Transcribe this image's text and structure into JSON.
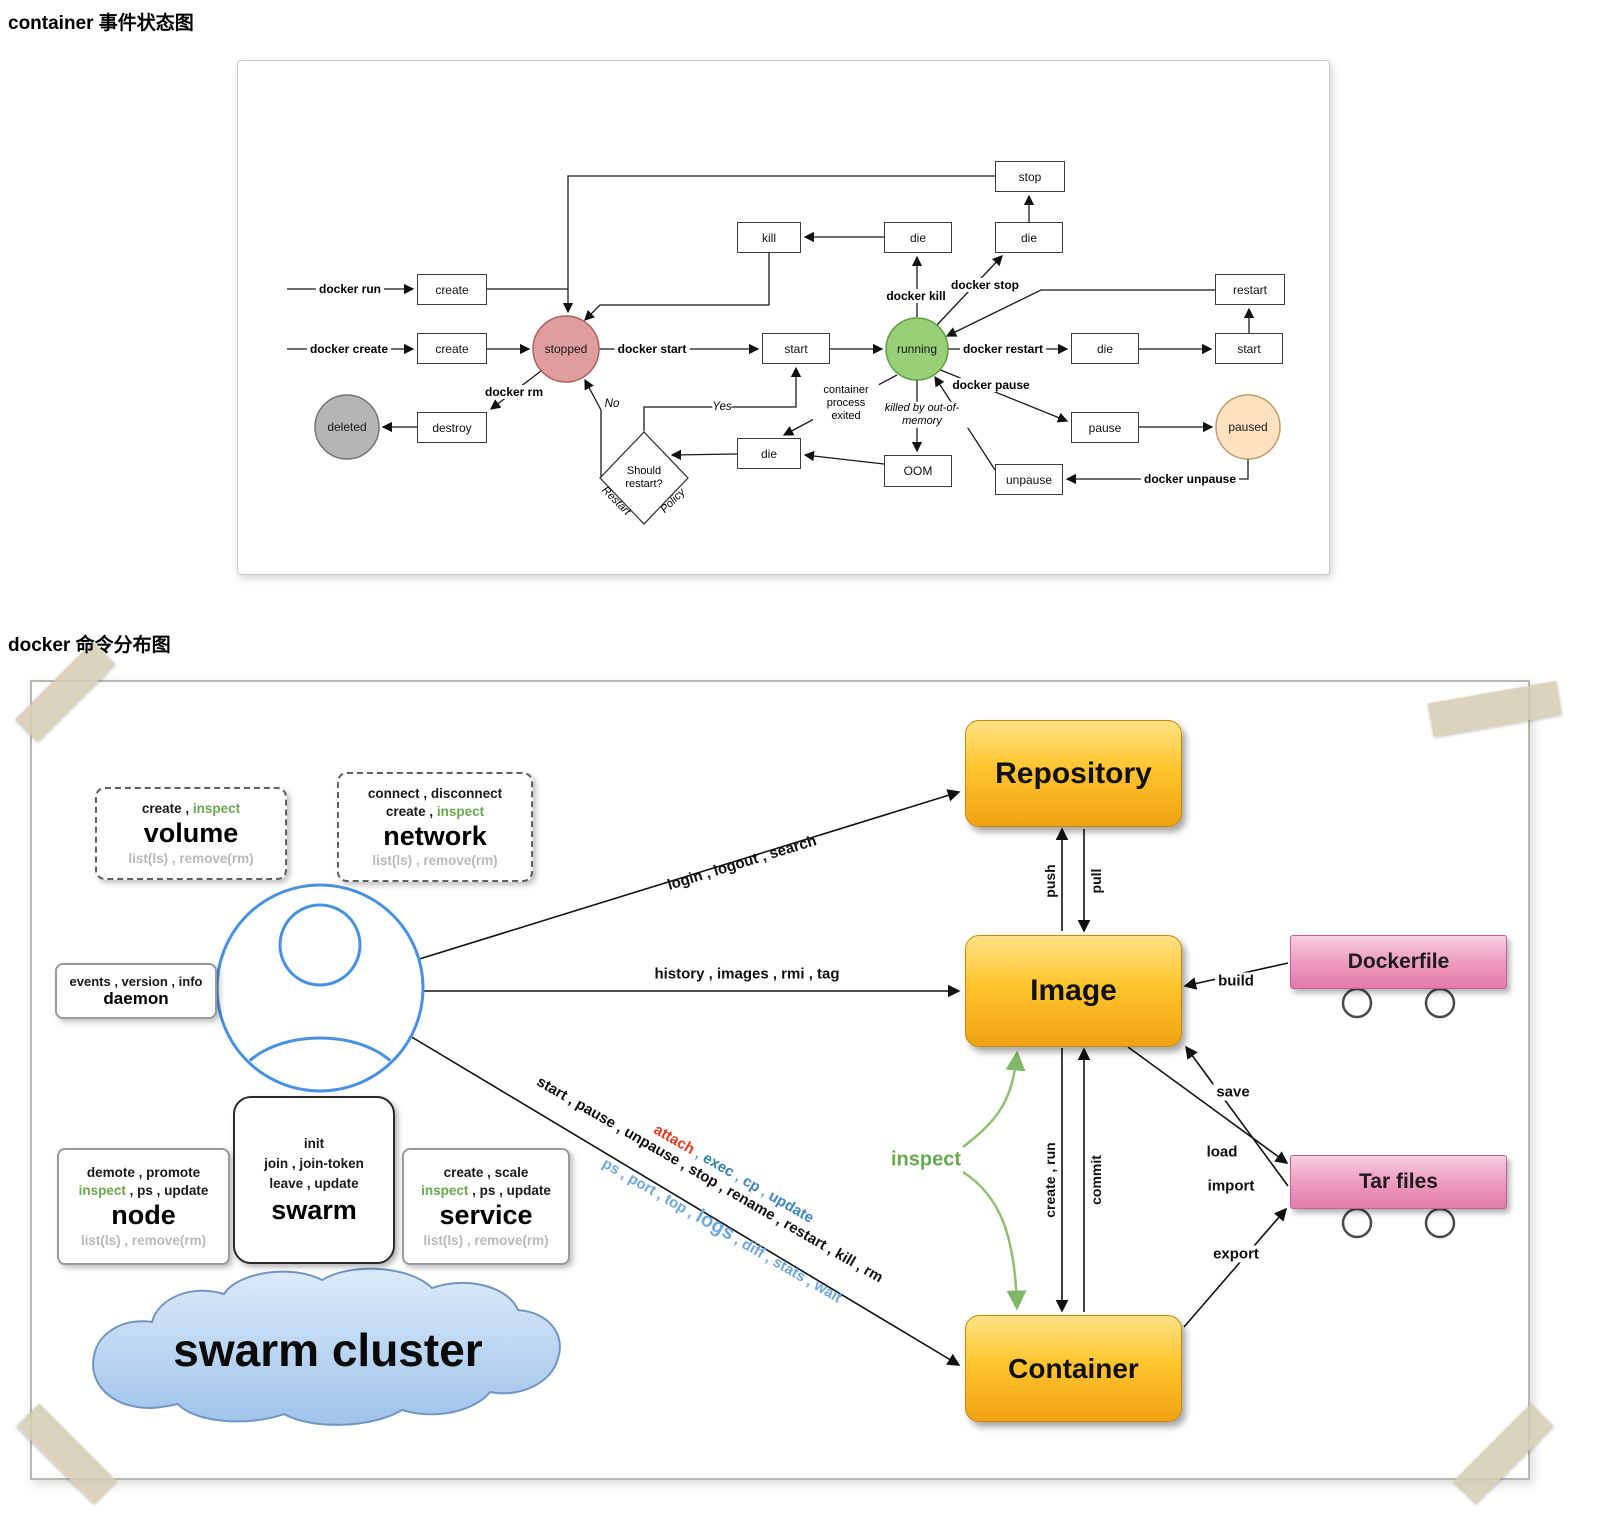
{
  "titles": {
    "state_diagram": "container 事件状态图",
    "cmd_diagram": "docker 命令分布图"
  },
  "colors": {
    "stopped": "#df9e9e",
    "running": "#97d077",
    "paused": "#ffe3c0",
    "deleted": "#b5b5b5",
    "inspect_green": "#6aa84f",
    "muted_gray": "#b9b9b9",
    "cmd_blue": "#6fa8dc",
    "cmd_red": "#e8391d",
    "cmd_teal": "#31859c",
    "cmd_blue_dark": "#3d85c6",
    "user_outline": "#4a90e2",
    "node_orange": "#f9b418",
    "node_pink": "#e87fb0"
  },
  "state_diagram": {
    "events": [
      "stop",
      "kill",
      "die",
      "die",
      "create",
      "restart",
      "create",
      "start",
      "die",
      "start",
      "destroy",
      "pause",
      "die",
      "OOM",
      "unpause"
    ],
    "states": [
      "stopped",
      "running",
      "paused",
      "deleted"
    ],
    "decision": "Should restart?",
    "commands": {
      "run": "docker run",
      "create": "docker create",
      "start": "docker start",
      "kill": "docker kill",
      "stop": "docker stop",
      "restart": "docker restart",
      "pause": "docker pause",
      "unpause": "docker unpause",
      "rm": "docker rm"
    },
    "notes": {
      "no": "No",
      "yes": "Yes",
      "process_exited": "container process exited",
      "oom_killed": "killed by out-of-memory",
      "restart_word": "Restart",
      "policy_word": "Policy"
    }
  },
  "cmd_diagram": {
    "groups": {
      "volume": {
        "r1a": "create , ",
        "r1b": "inspect",
        "title": "volume",
        "footer": "list(ls) , remove(rm)"
      },
      "network": {
        "r1": "connect , disconnect",
        "r2a": "create , ",
        "r2b": "inspect",
        "title": "network",
        "footer": "list(ls) , remove(rm)"
      },
      "daemon": {
        "r1": "events , version , info",
        "title": "daemon"
      },
      "node": {
        "r1": "demote , promote",
        "r2a": "inspect",
        "r2b": " , ps , update",
        "title": "node",
        "footer": "list(ls) , remove(rm)"
      },
      "swarm": {
        "r1": "init",
        "r2": "join , join-token",
        "r3": "leave , update",
        "title": "swarm"
      },
      "service": {
        "r1": "create , scale",
        "r2a": "inspect",
        "r2b": " , ps , update",
        "title": "service",
        "footer": "list(ls) , remove(rm)"
      },
      "cloud": "swarm cluster"
    },
    "nodes": {
      "repository": "Repository",
      "image": "Image",
      "container": "Container",
      "dockerfile": "Dockerfile",
      "tarfiles": "Tar files"
    },
    "edges": {
      "repository_cmds": "login , logout , search",
      "image_cmds": "history , images , rmi , tag",
      "push": "push",
      "pull": "pull",
      "build": "build",
      "save": "save",
      "load": "load",
      "import": "import",
      "export": "export",
      "create_run": "create , run",
      "commit": "commit",
      "inspect": "inspect",
      "container_cmds": "start , pause , unpause , stop , rename , restart , kill , rm",
      "ps_a": "ps , port , top , ",
      "logs": "logs",
      "ps_b": " , diff , stats , wait",
      "attach": "attach",
      "sep1": " , ",
      "exec": "exec",
      "sep2": " , ",
      "cp": "cp",
      "sep3": " , ",
      "update": "update"
    }
  }
}
